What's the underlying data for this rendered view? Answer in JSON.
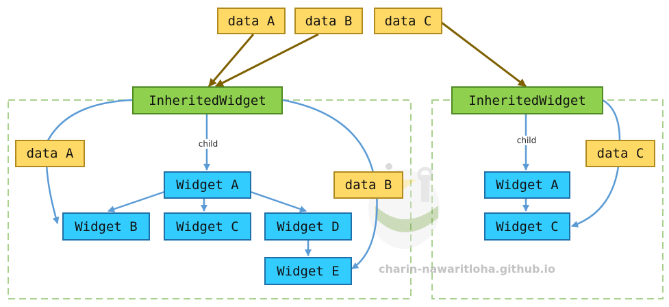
{
  "top_data": {
    "a": "data A",
    "b": "data B",
    "c": "data C"
  },
  "left": {
    "inherited": "InheritedWidget",
    "data_a": "data A",
    "data_b": "data B",
    "child_label": "child",
    "widget_a": "Widget A",
    "widget_b": "Widget B",
    "widget_c": "Widget C",
    "widget_d": "Widget D",
    "widget_e": "Widget E"
  },
  "right": {
    "inherited": "InheritedWidget",
    "data_c": "data C",
    "child_label": "child",
    "widget_a": "Widget A",
    "widget_c": "Widget C"
  },
  "watermark": "charin-nawaritloha.github.io",
  "colors": {
    "data_fill": "#ffd966",
    "inherited_fill": "#8fd14f",
    "widget_fill": "#33ccff",
    "data_arrow": "#7f6000",
    "tree_arrow": "#5b9bd5",
    "region_border": "#a9d18e"
  }
}
